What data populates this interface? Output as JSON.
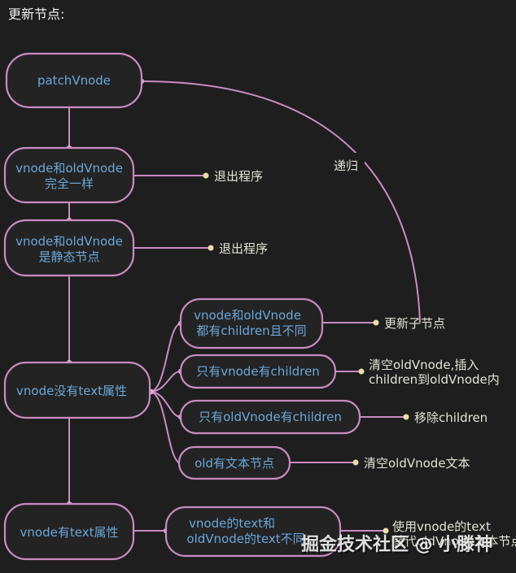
{
  "title": "更新节点:",
  "nodes": {
    "patch": [
      "patchVnode"
    ],
    "same": [
      "vnode和oldVnode",
      "完全一样"
    ],
    "static": [
      "vnode和oldVnode",
      "是静态节点"
    ],
    "no_text": [
      "vnode没有text属性"
    ],
    "has_text": [
      "vnode有text属性"
    ],
    "both_children": [
      "vnode和oldVnode",
      "都有children且不同"
    ],
    "only_vnode_children": [
      "只有vnode有children"
    ],
    "only_old_children": [
      "只有oldVnode有children"
    ],
    "old_text": [
      "old有文本节点"
    ],
    "text_diff": [
      "vnode的text和",
      "oldVnode的text不同"
    ]
  },
  "outcomes": {
    "exit1": [
      "退出程序"
    ],
    "exit2": [
      "退出程序"
    ],
    "update_children": [
      "更新子节点"
    ],
    "clear_insert": [
      "清空oldVnode,插入",
      "children到oldVnode内"
    ],
    "remove_children": [
      "移除children"
    ],
    "clear_text": [
      "清空oldVnode文本"
    ],
    "use_text": [
      "使用vnode的text",
      "替代oldVnode文本节点"
    ]
  },
  "edge_labels": {
    "recursion": "递归"
  },
  "watermark": "掘金技术社区 @ 小滕神"
}
